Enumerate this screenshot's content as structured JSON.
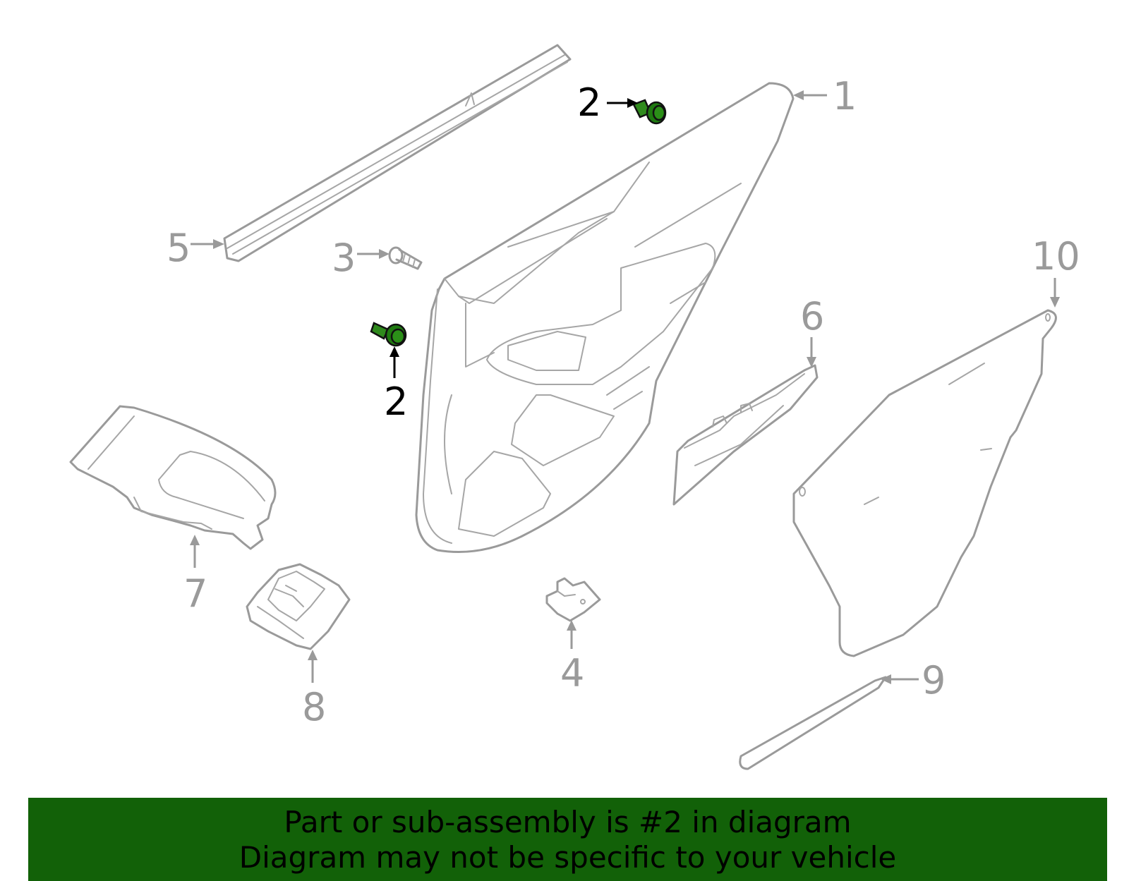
{
  "callouts": {
    "p1": "1",
    "p2a": "2",
    "p2b": "2",
    "p3": "3",
    "p4": "4",
    "p5": "5",
    "p6": "6",
    "p7": "7",
    "p8": "8",
    "p9": "9",
    "p10": "10"
  },
  "highlighted_part": "2",
  "colors": {
    "highlight": "#1f7a10",
    "banner": "#126108",
    "line_art": "#9a9a9a"
  },
  "banner": {
    "line1": "Part or sub-assembly is #2 in diagram",
    "line2": "Diagram may not be specific to your vehicle"
  }
}
